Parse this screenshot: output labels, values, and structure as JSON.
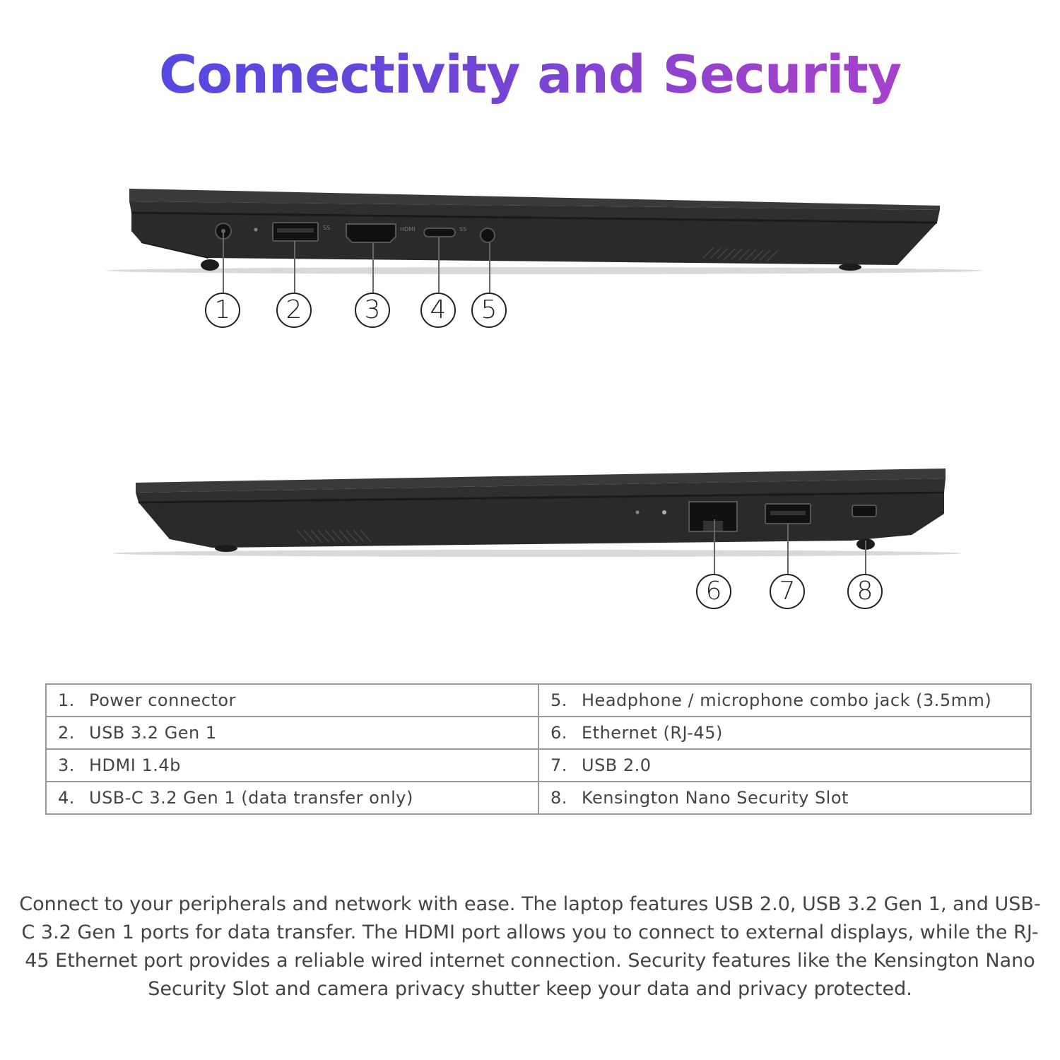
{
  "title": "Connectivity and Security",
  "callouts": [
    "1",
    "2",
    "3",
    "4",
    "5",
    "6",
    "7",
    "8"
  ],
  "port_labels": {
    "usb_left": "SS",
    "hdmi": "HDMI",
    "usbc": "SS"
  },
  "ports": [
    {
      "num": "1.",
      "label": "Power connector"
    },
    {
      "num": "2.",
      "label": "USB 3.2 Gen 1"
    },
    {
      "num": "3.",
      "label": "HDMI 1.4b"
    },
    {
      "num": "4.",
      "label": "USB-C 3.2 Gen 1 (data transfer only)"
    },
    {
      "num": "5.",
      "label": "Headphone / microphone combo jack (3.5mm)"
    },
    {
      "num": "6.",
      "label": "Ethernet (RJ-45)"
    },
    {
      "num": "7.",
      "label": "USB 2.0"
    },
    {
      "num": "8.",
      "label": "Kensington Nano Security Slot"
    }
  ],
  "description": "Connect to your peripherals and network with ease. The laptop features USB 2.0, USB 3.2 Gen 1, and USB-C 3.2 Gen 1 ports for data transfer. The HDMI port allows you to connect to external displays, while the RJ-45 Ethernet port provides a reliable wired internet connection. Security features like the Kensington Nano Security Slot and camera privacy shutter keep your data and privacy protected.",
  "colors": {
    "title_gradient_start": "#4a4ce6",
    "title_gradient_end": "#b23fcf",
    "laptop_body": "#2b2b2e",
    "table_border": "#9a9a9a"
  }
}
